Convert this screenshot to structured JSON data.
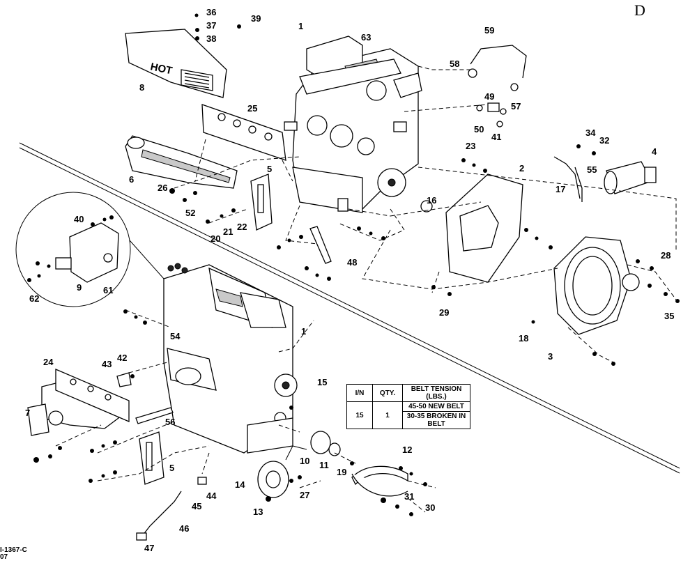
{
  "sheet_letter": "D",
  "drawing_number": "I-1367-C",
  "drawing_number_suffix": "07",
  "hot_label": "HOT",
  "belt_table": {
    "headers": [
      "I/N",
      "QTY.",
      "BELT TENSION (LBS.)"
    ],
    "rows": [
      {
        "item": "15",
        "qty": "1",
        "tension_new": "45-50 NEW BELT",
        "tension_broken": "30-35 BROKEN IN BELT"
      }
    ]
  },
  "callouts": [
    "1",
    "1",
    "2",
    "3",
    "4",
    "5",
    "5",
    "6",
    "7",
    "8",
    "9",
    "10",
    "11",
    "12",
    "13",
    "14",
    "15",
    "16",
    "17",
    "18",
    "19",
    "20",
    "21",
    "22",
    "23",
    "24",
    "25",
    "26",
    "27",
    "28",
    "29",
    "30",
    "31",
    "32",
    "34",
    "35",
    "36",
    "37",
    "38",
    "39",
    "40",
    "41",
    "42",
    "43",
    "44",
    "45",
    "46",
    "47",
    "48",
    "49",
    "50",
    "52",
    "54",
    "55",
    "56",
    "57",
    "58",
    "59",
    "61",
    "62",
    "63"
  ]
}
